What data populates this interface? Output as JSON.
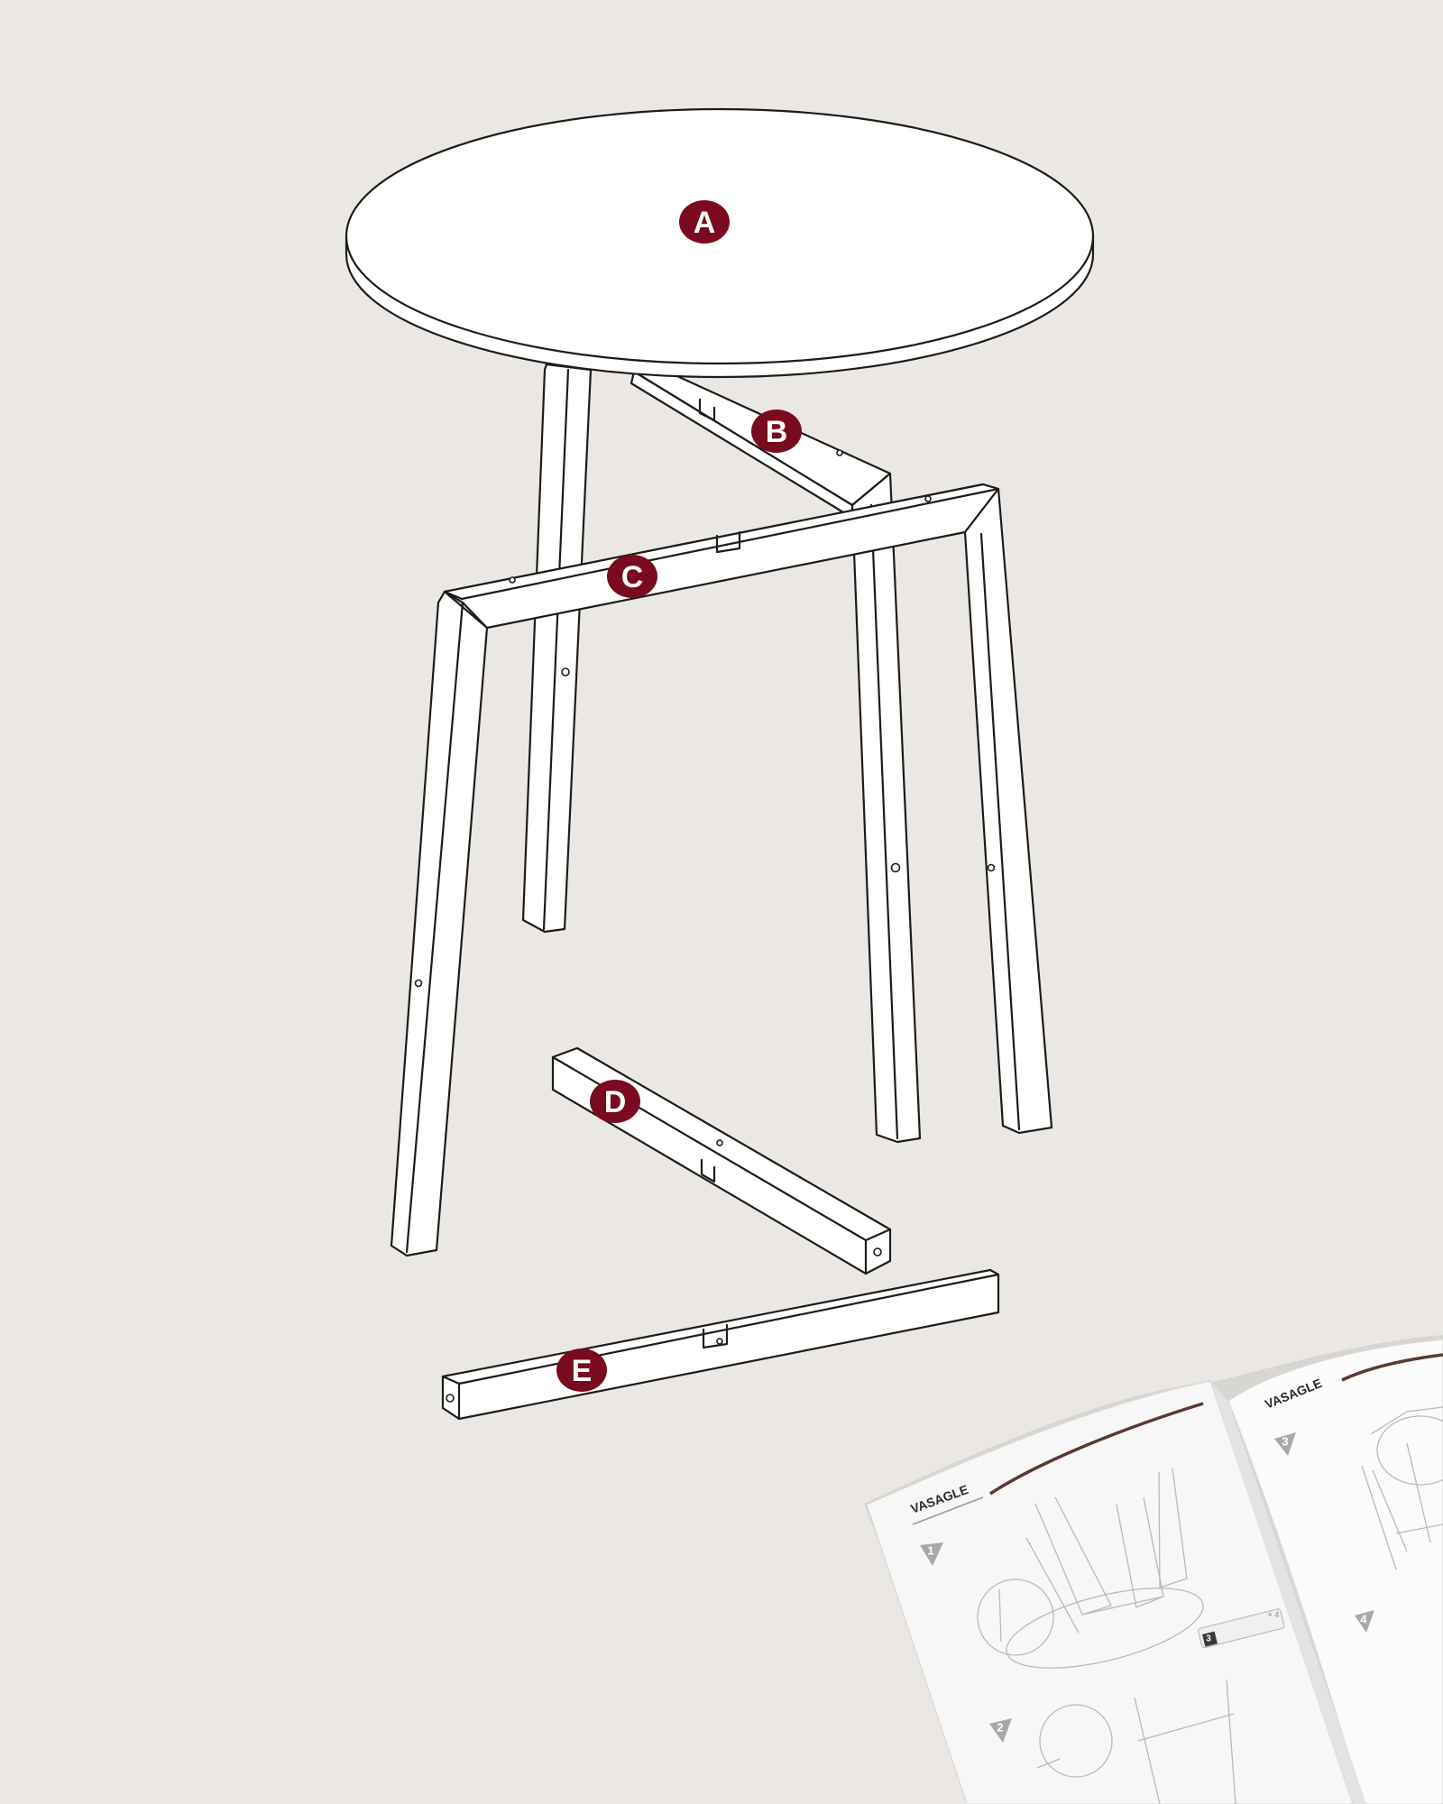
{
  "colors": {
    "background": "#ebe8e3",
    "callout": "#7a0a1f",
    "line": "#1c1c1c",
    "accent_swoosh": "#5a3a30"
  },
  "diagram": {
    "parts": [
      {
        "id": "A",
        "label": "A"
      },
      {
        "id": "B",
        "label": "B"
      },
      {
        "id": "C",
        "label": "C"
      },
      {
        "id": "D",
        "label": "D"
      },
      {
        "id": "E",
        "label": "E"
      }
    ]
  },
  "manual": {
    "brand_left": "VASAGLE",
    "brand_right": "VASAGLE",
    "steps": [
      "1",
      "2",
      "3",
      "4"
    ],
    "hardware_badge": "3",
    "hardware_qty": "× 4"
  }
}
